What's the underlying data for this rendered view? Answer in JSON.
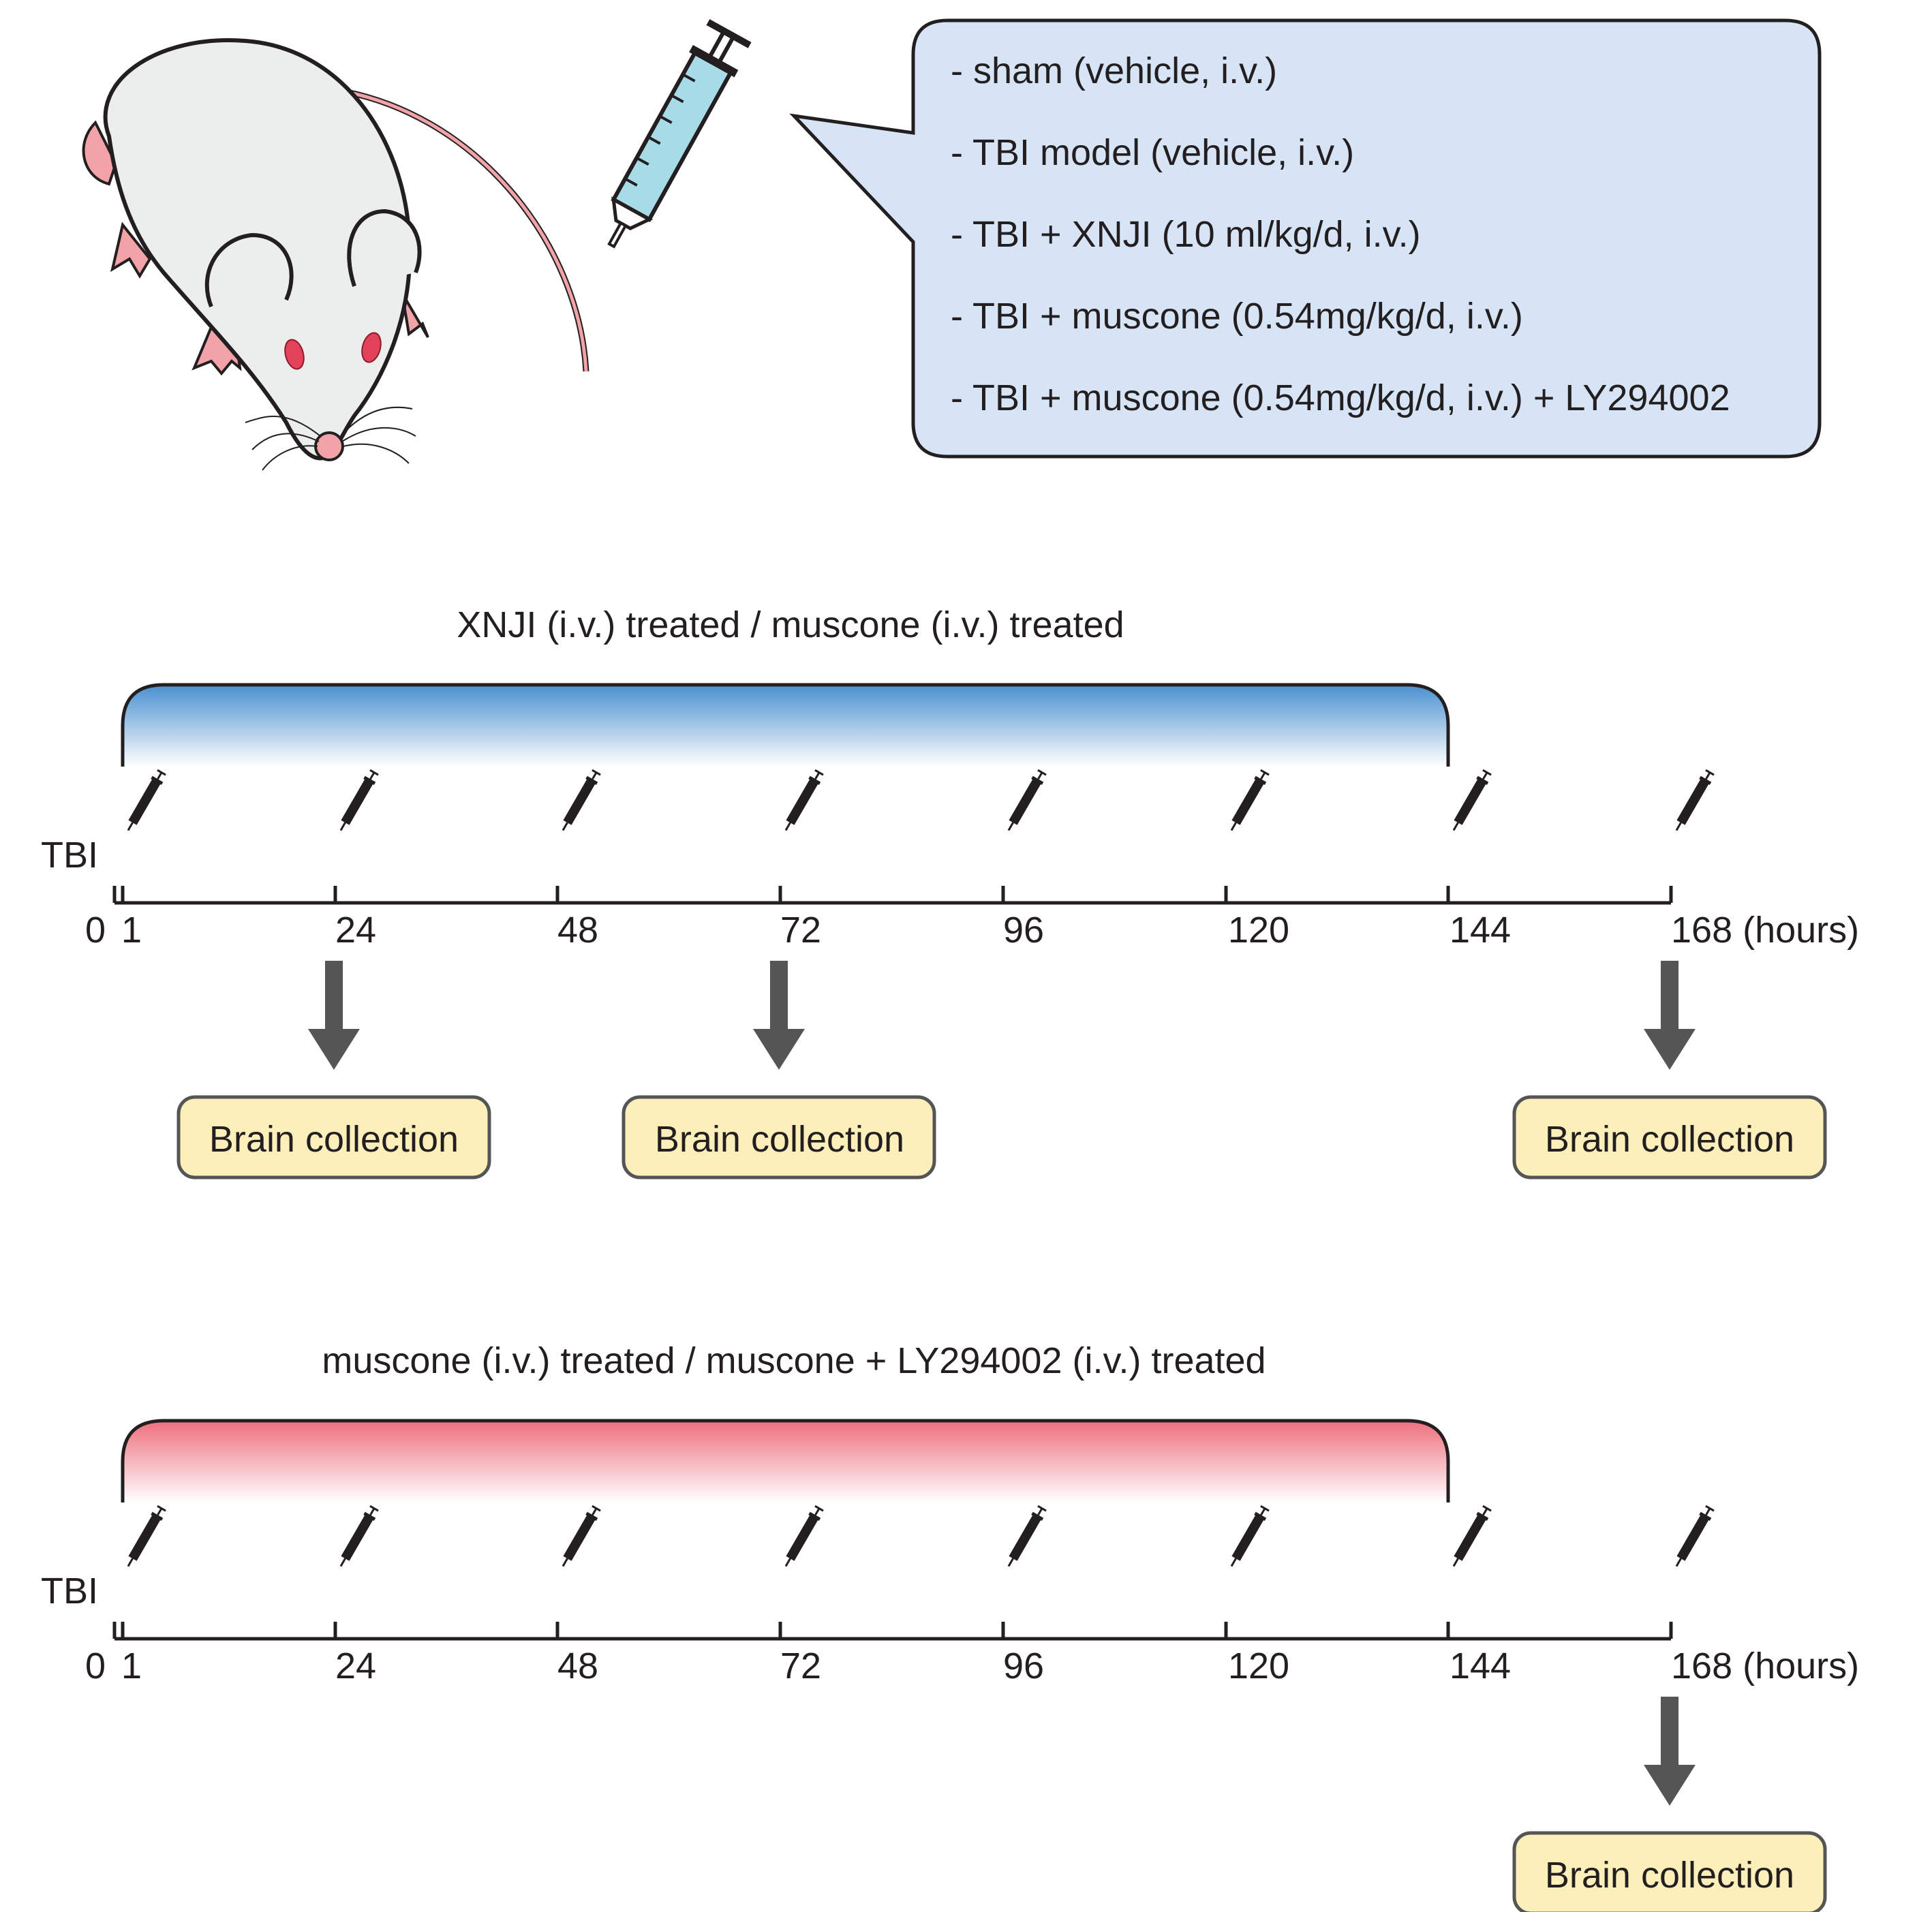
{
  "legend_box": {
    "groups": [
      "- sham (vehicle, i.v.)",
      "- TBI model (vehicle, i.v.)",
      "- TBI + XNJI (10 ml/kg/d, i.v.)",
      "- TBI + muscone (0.54mg/kg/d, i.v.)",
      "- TBI + muscone (0.54mg/kg/d, i.v.) + LY294002"
    ],
    "fill_color": "#d6e4f5"
  },
  "timelines": [
    {
      "title": "XNJI (i.v.) treated / muscone (i.v.) treated",
      "event_label": "TBI",
      "ticks": [
        "0",
        "1",
        "24",
        "48",
        "72",
        "96",
        "120",
        "144",
        "168 (hours)"
      ],
      "tick_hours": [
        0,
        1,
        24,
        48,
        72,
        96,
        120,
        144,
        168
      ],
      "treatment_hours": [
        1,
        144
      ],
      "injection_hours": [
        1,
        24,
        48,
        72,
        96,
        120,
        144,
        168
      ],
      "bar_color": "#4a90d0",
      "collections": [
        {
          "hour": 24,
          "label": "Brain collection"
        },
        {
          "hour": 72,
          "label": "Brain collection"
        },
        {
          "hour": 168,
          "label": "Brain collection"
        }
      ]
    },
    {
      "title": "muscone (i.v.) treated / muscone + LY294002 (i.v.) treated",
      "event_label": "TBI",
      "ticks": [
        "0",
        "1",
        "24",
        "48",
        "72",
        "96",
        "120",
        "144",
        "168 (hours)"
      ],
      "tick_hours": [
        0,
        1,
        24,
        48,
        72,
        96,
        120,
        144,
        168
      ],
      "treatment_hours": [
        1,
        144
      ],
      "injection_hours": [
        1,
        24,
        48,
        72,
        96,
        120,
        144,
        168
      ],
      "bar_color": "#ee6f7c",
      "collections": [
        {
          "hour": 168,
          "label": "Brain collection"
        }
      ]
    }
  ],
  "icons": [
    "mouse-illustration-icon",
    "syringe-icon"
  ],
  "collection_box_color": "#fdefba",
  "arrow_color": "#555555"
}
